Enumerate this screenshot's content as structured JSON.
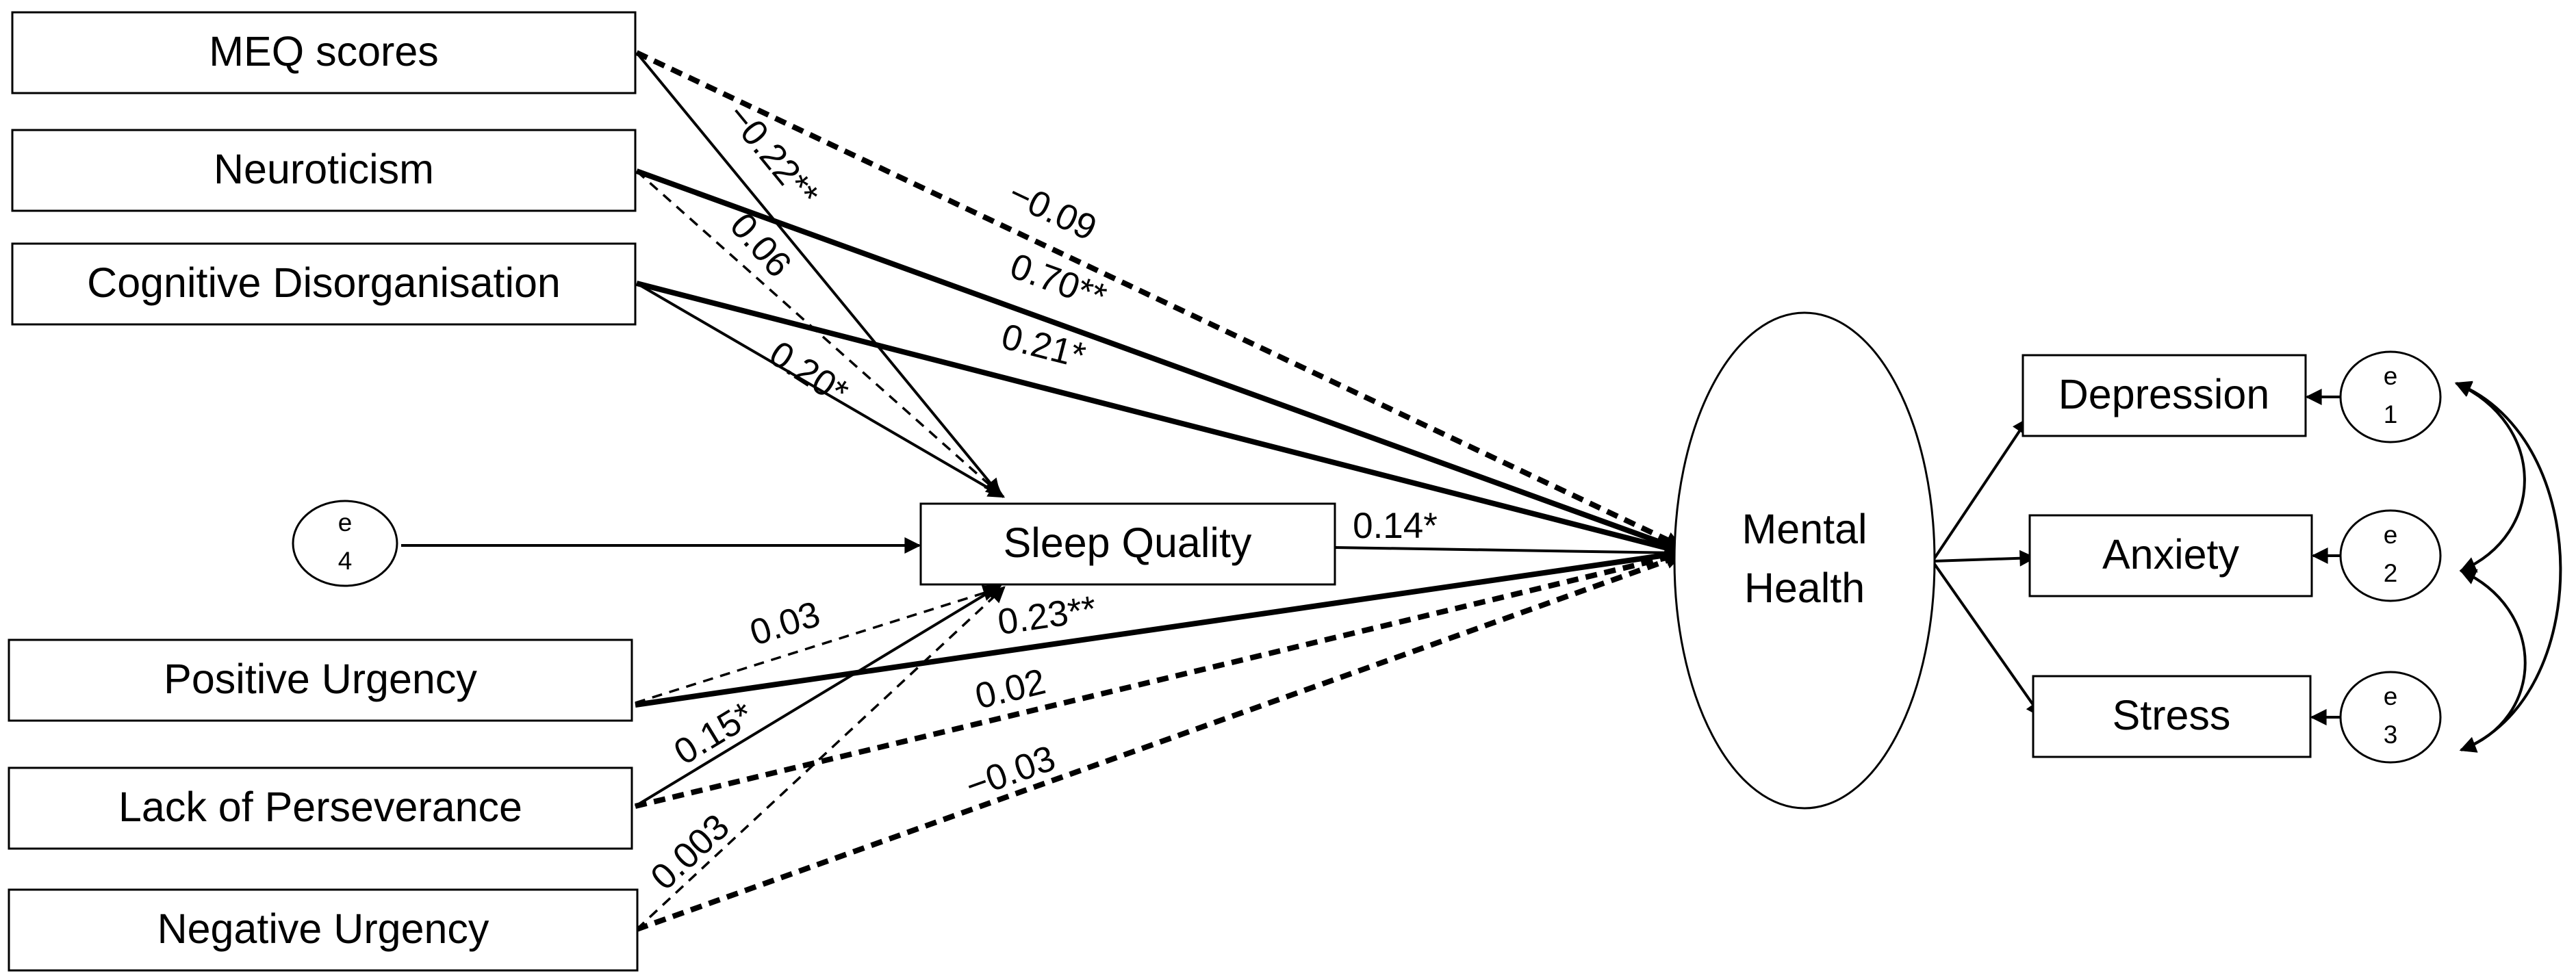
{
  "nodes": {
    "meq": "MEQ scores",
    "neuroticism": "Neuroticism",
    "cognitive_disorganisation": "Cognitive Disorganisation",
    "sleep_quality": "Sleep Quality",
    "positive_urgency": "Positive Urgency",
    "lack_of_perseverance": "Lack of Perseverance",
    "negative_urgency": "Negative Urgency",
    "mental_health_line1": "Mental",
    "mental_health_line2": "Health",
    "depression": "Depression",
    "anxiety": "Anxiety",
    "stress": "Stress"
  },
  "errors": {
    "e1": {
      "top": "e",
      "bottom": "1"
    },
    "e2": {
      "top": "e",
      "bottom": "2"
    },
    "e3": {
      "top": "e",
      "bottom": "3"
    },
    "e4": {
      "top": "e",
      "bottom": "4"
    }
  },
  "coefficients": {
    "meq_sleep": "−0.22**",
    "meq_mental": "−0.09",
    "neuro_mental": "0.70**",
    "neuro_sleep": "0.06",
    "cog_mental": "0.21*",
    "cog_sleep": "0.20*",
    "sleep_mental": "0.14*",
    "pos_sleep": "0.03",
    "pos_mental": "0.23**",
    "lack_mental": "0.02",
    "lack_sleep": "0.15*",
    "neg_mental": "−0.03",
    "neg_sleep": "0.003"
  }
}
